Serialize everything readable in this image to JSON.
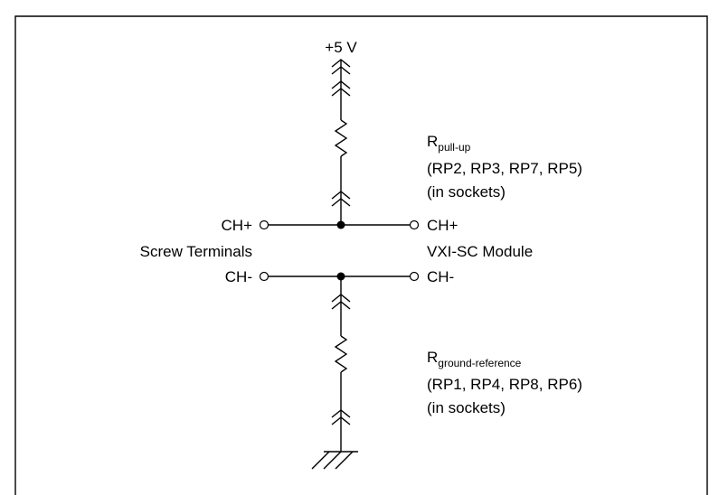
{
  "supply": {
    "label": "+5 V"
  },
  "pullup": {
    "label_main": "R",
    "label_sub": "pull-up",
    "parts": "(RP2, RP3, RP7, RP5)",
    "note": "(in sockets)"
  },
  "ground_ref": {
    "label_main": "R",
    "label_sub": "ground-reference",
    "parts": "(RP1, RP4, RP8, RP6)",
    "note": "(in sockets)"
  },
  "left": {
    "ch_plus": "CH+",
    "title": "Screw Terminals",
    "ch_minus": "CH-"
  },
  "right": {
    "ch_plus": "CH+",
    "title": "VXI-SC Module",
    "ch_minus": "CH-"
  }
}
